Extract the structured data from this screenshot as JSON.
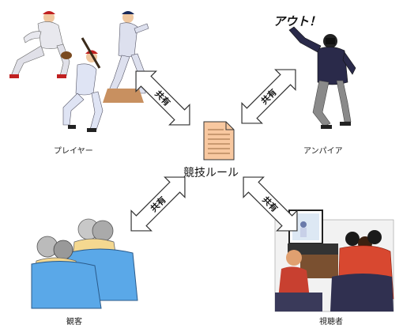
{
  "center": {
    "label": "競技ルール",
    "icon": "document-icon"
  },
  "umpire_shout": "アウト！",
  "arrow_label": "共有",
  "nodes": [
    {
      "id": "player",
      "label": "プレイヤー",
      "icon": "baseball-players-illustration"
    },
    {
      "id": "umpire",
      "label": "アンパイア",
      "icon": "umpire-illustration"
    },
    {
      "id": "audience",
      "label": "観客",
      "icon": "spectators-illustration"
    },
    {
      "id": "viewer",
      "label": "視聴者",
      "icon": "tv-viewers-illustration"
    }
  ],
  "colors": {
    "document_fill": "#f8c8a0",
    "document_lines": "#9a6a40",
    "seat_blue": "#5aa8e8",
    "spectator_skin": "#f4d890",
    "viewer_red": "#d84830",
    "viewer_dark": "#303050"
  }
}
